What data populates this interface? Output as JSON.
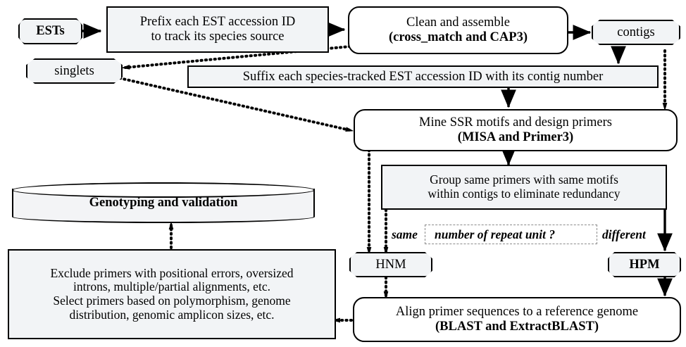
{
  "diagram": {
    "title": "EST-SSR marker development and validation workflow",
    "background_color": "#ffffff",
    "node_fill": "#f2f4f6",
    "stroke_color": "#000000",
    "dashed_annotation_color": "#8b8b8b"
  },
  "nodes": {
    "ests": {
      "label": "ESTs",
      "shape": "tag"
    },
    "prefix": {
      "label": "Prefix each EST accession ID\nto track its species source",
      "shape": "rect"
    },
    "clean_assemble": {
      "line1": "Clean and assemble",
      "line2": "(cross_match and CAP3)",
      "shape": "rounded-rect"
    },
    "contigs": {
      "label": "contigs",
      "shape": "tag"
    },
    "singlets": {
      "label": "singlets",
      "shape": "tag"
    },
    "suffix": {
      "label": "Suffix each species-tracked EST accession ID with its contig number",
      "shape": "rect"
    },
    "mine_ssr": {
      "line1": "Mine SSR motifs and design primers",
      "line2": "(MISA and Primer3)",
      "shape": "rounded-rect"
    },
    "group_primers": {
      "label": "Group same primers with same motifs\nwithin contigs to eliminate redundancy",
      "shape": "rect"
    },
    "hnm": {
      "label": "HNM",
      "shape": "tag"
    },
    "hpm": {
      "label": "HPM",
      "shape": "tag"
    },
    "align": {
      "line1": "Align primer sequences to a reference genome",
      "line2": "(BLAST and ExtractBLAST)",
      "shape": "rounded-rect"
    },
    "exclude_select": {
      "label": "Exclude primers with positional errors, oversized\nintrons, multiple/partial alignments, etc.\nSelect primers based on polymorphism, genome\ndistribution, genomic amplicon sizes, etc.",
      "shape": "rect"
    },
    "genotyping": {
      "label": "Genotyping and validation",
      "shape": "cylinder"
    }
  },
  "decision": {
    "question": "number of repeat unit ?",
    "left_branch_label": "same",
    "right_branch_label": "different"
  },
  "edges": [
    {
      "from": "ests",
      "to": "prefix",
      "style": "solid"
    },
    {
      "from": "prefix",
      "to": "clean_assemble",
      "style": "solid"
    },
    {
      "from": "clean_assemble",
      "to": "contigs",
      "style": "solid"
    },
    {
      "from": "clean_assemble",
      "to": "singlets",
      "style": "dotted"
    },
    {
      "from": "contigs",
      "to": "suffix",
      "style": "solid"
    },
    {
      "from": "contigs",
      "to": "mine_ssr",
      "style": "dotted"
    },
    {
      "from": "suffix",
      "to": "mine_ssr",
      "style": "solid"
    },
    {
      "from": "singlets",
      "to": "mine_ssr",
      "style": "dotted"
    },
    {
      "from": "mine_ssr",
      "to": "group_primers",
      "style": "solid"
    },
    {
      "from": "mine_ssr",
      "to": "hnm",
      "style": "dotted"
    },
    {
      "from": "group_primers",
      "to": "hnm",
      "style": "dotted",
      "label": "same"
    },
    {
      "from": "group_primers",
      "to": "hpm",
      "style": "solid",
      "label": "different"
    },
    {
      "from": "hnm",
      "to": "align",
      "style": "dotted"
    },
    {
      "from": "hpm",
      "to": "align",
      "style": "solid"
    },
    {
      "from": "align",
      "to": "exclude_select",
      "style": "dotted"
    },
    {
      "from": "exclude_select",
      "to": "genotyping",
      "style": "dotted"
    }
  ]
}
